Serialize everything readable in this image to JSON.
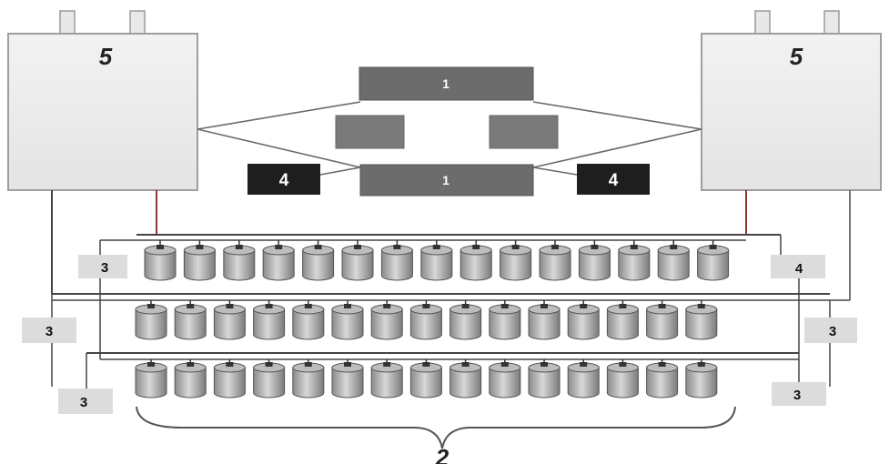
{
  "diagram": {
    "tanks": {
      "left_label": "5",
      "right_label": "5"
    },
    "upper_device": {
      "label": "1"
    },
    "lower_device": {
      "label": "1"
    },
    "left_controller": {
      "label": "4"
    },
    "right_controller": {
      "label": "4"
    },
    "row1_left_box": {
      "label": "3"
    },
    "row1_right_box": {
      "label": "4"
    },
    "row2_left_box": {
      "label": "3"
    },
    "row2_right_box": {
      "label": "3"
    },
    "row3_left_box": {
      "label": "3"
    },
    "row3_right_box": {
      "label": "3"
    },
    "brace_label": "2",
    "rows": [
      {
        "count": 15
      },
      {
        "count": 15
      },
      {
        "count": 15
      }
    ]
  }
}
